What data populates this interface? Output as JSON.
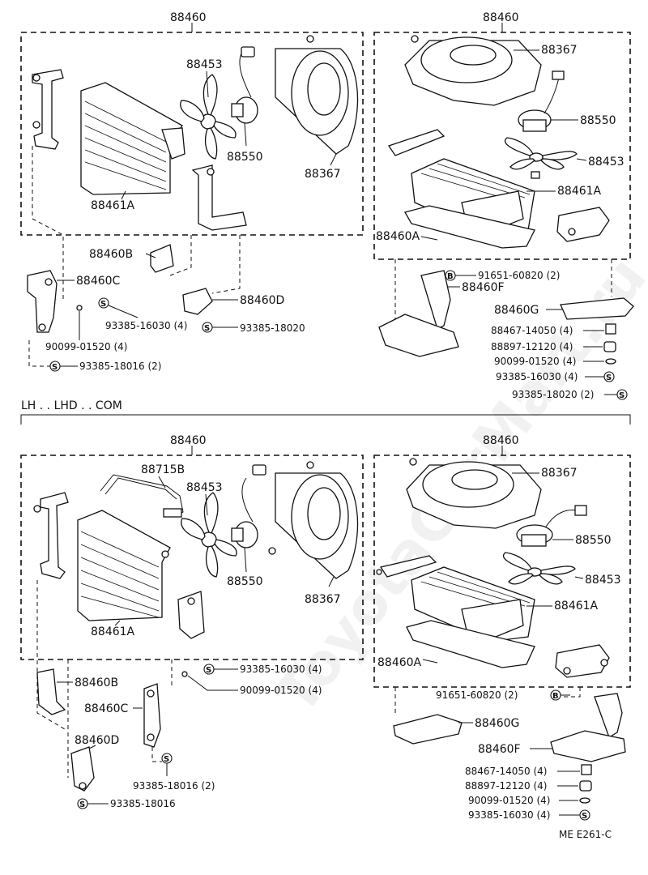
{
  "section_divider": "LH . . LHD . . COM",
  "footer_code": "ME  E261-C",
  "watermark": "ToyotaCarMart.ru",
  "circle_letters": {
    "s": "S",
    "b": "B"
  },
  "top_left": {
    "assembly": "88460",
    "fan": "88453",
    "motor": "88550",
    "shroud": "88367",
    "condenser": "88461A",
    "bracket_b": "88460B",
    "bracket_c": "88460C",
    "bracket_d": "88460D",
    "bolt_16030": "93385-16030 (4)",
    "bolt_18020": "93385-18020",
    "nut_01520": "90099-01520 (4)",
    "bolt_18016": "93385-18016 (2)"
  },
  "top_right": {
    "assembly": "88460",
    "shroud": "88367",
    "motor": "88550",
    "fan": "88453",
    "condenser": "88461A",
    "bracket_a": "88460A",
    "bolt_91651": "91651-60820 (2)",
    "bracket_f": "88460F",
    "bracket_g": "88460G",
    "cushion": "88467-14050 (4)",
    "collar": "88897-12120 (4)",
    "nut": "90099-01520 (4)",
    "bolt_16030": "93385-16030 (4)",
    "bolt_18020": "93385-18020 (2)"
  },
  "bottom_left": {
    "assembly": "88460",
    "pipe": "88715B",
    "fan": "88453",
    "motor": "88550",
    "shroud": "88367",
    "condenser": "88461A",
    "bracket_b": "88460B",
    "bracket_c": "88460C",
    "bracket_d": "88460D",
    "bolt_16030": "93385-16030 (4)",
    "nut_01520": "90099-01520 (4)",
    "bolt_18016_2": "93385-18016 (2)",
    "bolt_18016": "93385-18016"
  },
  "bottom_right": {
    "assembly": "88460",
    "shroud": "88367",
    "motor": "88550",
    "fan": "88453",
    "condenser": "88461A",
    "bracket_a": "88460A",
    "bolt_91651": "91651-60820 (2)",
    "bracket_g": "88460G",
    "bracket_f": "88460F",
    "cushion": "88467-14050 (4)",
    "collar": "88897-12120 (4)",
    "nut": "90099-01520 (4)",
    "bolt_16030": "93385-16030 (4)"
  }
}
